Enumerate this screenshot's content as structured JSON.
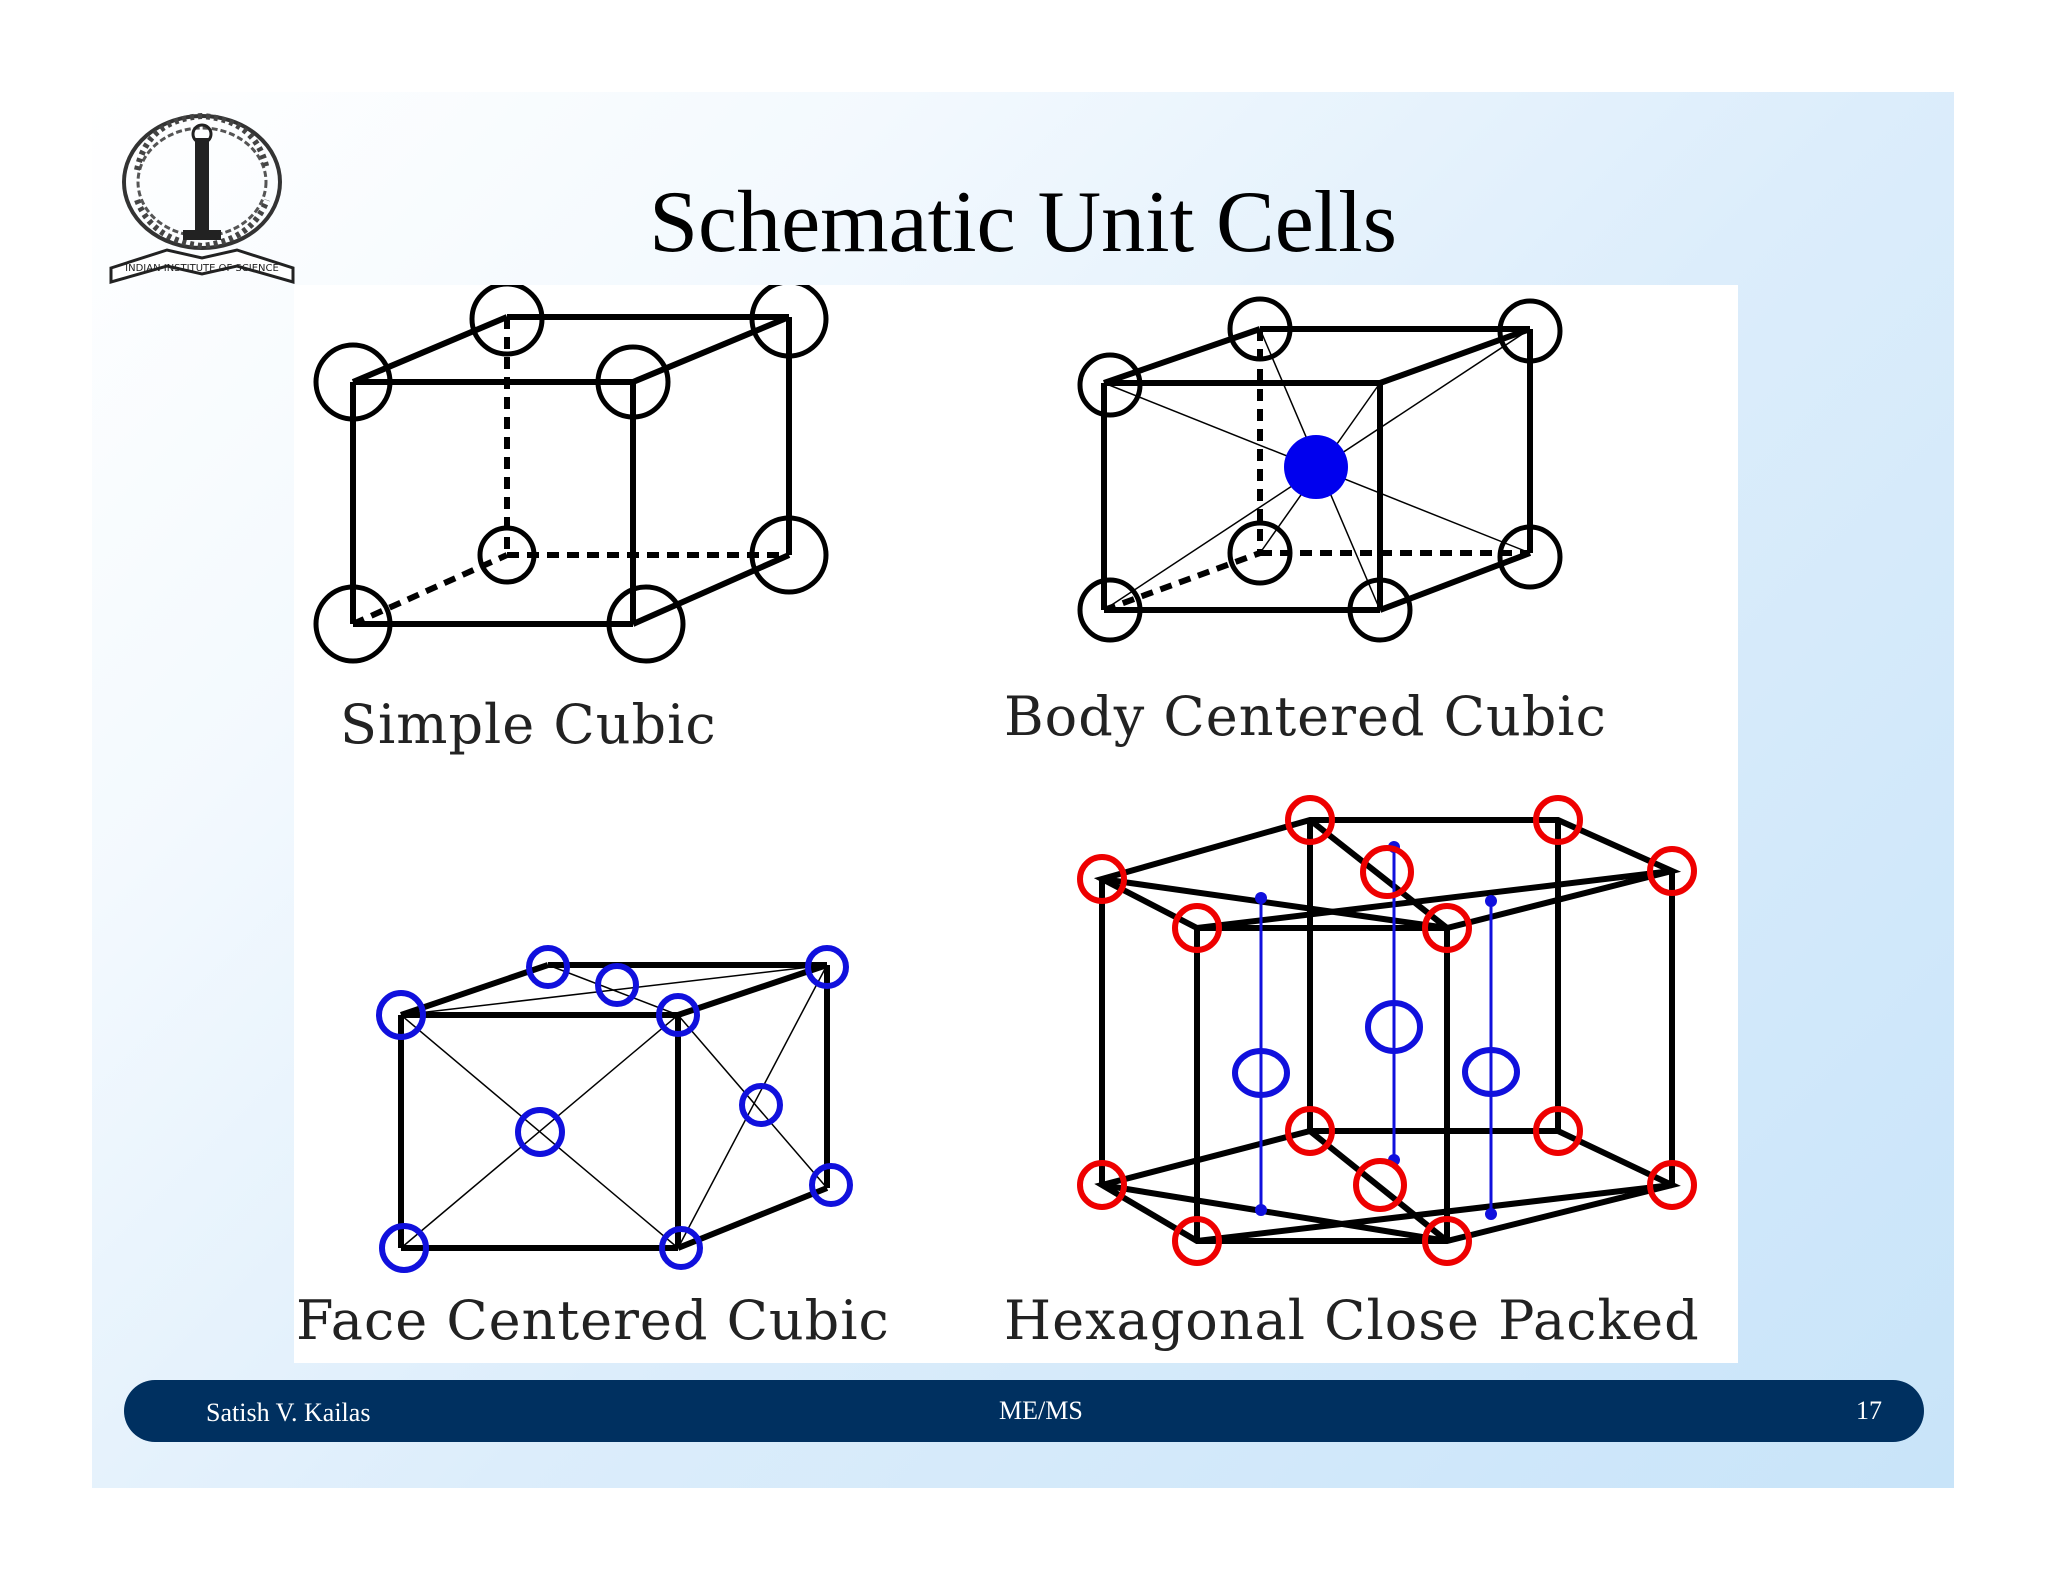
{
  "slide": {
    "title": "Schematic Unit Cells",
    "logo_text": "INDIAN INSTITUTE OF SCIENCE"
  },
  "diagrams": {
    "simple_cubic": {
      "label": "Simple Cubic"
    },
    "bcc": {
      "label": "Body Centered Cubic"
    },
    "fcc": {
      "label": "Face Centered Cubic"
    },
    "hcp": {
      "label": "Hexagonal Close Packed"
    }
  },
  "footer": {
    "author": "Satish V. Kailas",
    "course": "ME/MS",
    "page": "17"
  },
  "colors": {
    "footer_bar": "#003060",
    "bcc_center_atom": "#0000ee",
    "fcc_atoms": "#1010dd",
    "hcp_corner_atoms": "#ee0000",
    "hcp_inner_atoms": "#1010dd"
  }
}
